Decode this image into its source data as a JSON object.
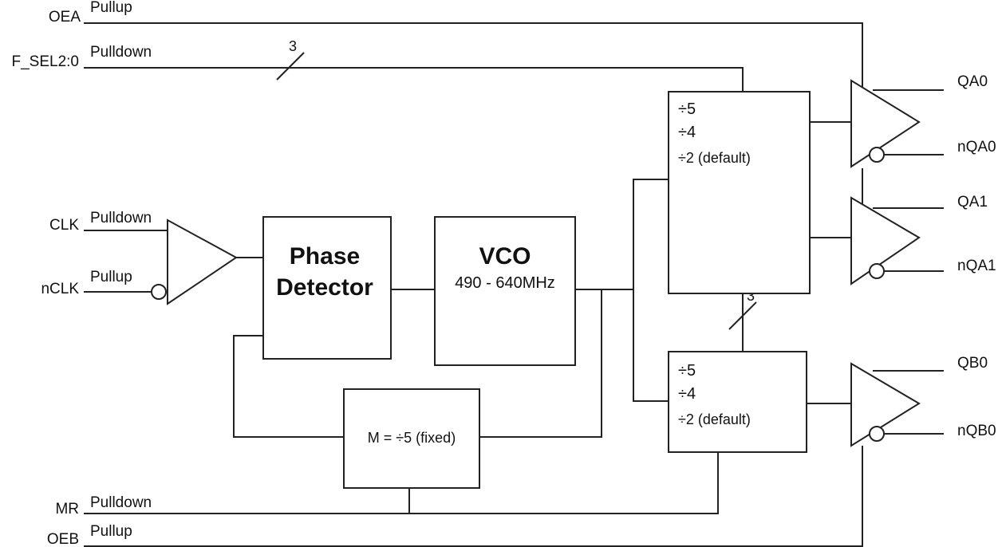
{
  "signals": {
    "oea": "OEA",
    "oea_pull": "Pullup",
    "fsel": "F_SEL2:0",
    "fsel_pull": "Pulldown",
    "bus_width": "3",
    "clk": "CLK",
    "clk_pull": "Pulldown",
    "nclk": "nCLK",
    "nclk_pull": "Pullup",
    "mr": "MR",
    "mr_pull": "Pulldown",
    "oeb": "OEB",
    "oeb_pull": "Pullup"
  },
  "blocks": {
    "phase_detector": [
      "Phase",
      "Detector"
    ],
    "vco_title": "VCO",
    "vco_range": "490 - 640MHz",
    "feedback_divider": "M = ÷5 (fixed)",
    "divider_a": [
      "÷5",
      "÷4",
      "÷2 (default)"
    ],
    "divider_b": [
      "÷5",
      "÷4",
      "÷2 (default)"
    ],
    "inter_bus_width": "3"
  },
  "outputs": {
    "qa0": "QA0",
    "nqa0": "nQA0",
    "qa1": "QA1",
    "nqa1": "nQA1",
    "qb0": "QB0",
    "nqb0": "nQB0"
  }
}
